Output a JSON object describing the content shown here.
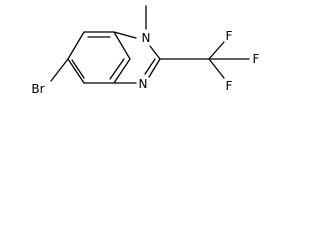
{
  "molecule": {
    "atoms": {
      "n1": "N",
      "n3": "N",
      "br": "Br",
      "f_top": "F",
      "f_right": "F",
      "f_bottom": "F"
    },
    "colors": {
      "bond": "#000000",
      "label": "#000000",
      "background": "#ffffff"
    }
  }
}
